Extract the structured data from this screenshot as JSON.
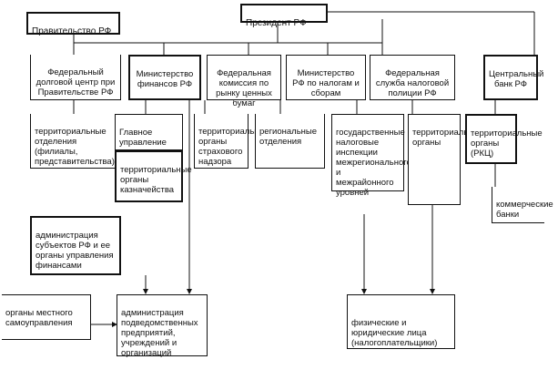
{
  "top": {
    "gov": "Правительство РФ",
    "president": "Президент РФ"
  },
  "agencies": {
    "debt_center": "Федеральный долговой центр при Правительстве РФ",
    "minfin": "Министерство финансов РФ",
    "fksc": "Федеральная комиссия по рынку ценных бумаг",
    "mns": "Министерство РФ по налогам и сборам",
    "fsnp": "Федеральная служба налоговой полиции РФ",
    "cbr": "Центральный банк РФ"
  },
  "branches": {
    "debt_center_offices": "территориальные отделения (филиалы, представительства)",
    "main_dept": "Главное управление",
    "treasury_organs": "территориальные органы казначейства",
    "insurance_organs": "территориальные органы страхового надзора",
    "regional_offices": "региональные отделения",
    "tax_inspections": "государственные налоговые инспекции межрегионального и межрайонного уровней",
    "police_organs": "территориальные органы",
    "rkc": "территориальные органы (РКЦ)",
    "comm_banks": "коммерческие банки"
  },
  "lower": {
    "regional_admin": "администрация субъектов РФ и ее органы управления финансами",
    "local_gov": "органы местного самоуправления",
    "enterprises_admin": "администрация подведомственных предприятий, учреждений и организаций",
    "taxpayers": "физические и юридические лица (налогоплательщики)"
  },
  "colors": {
    "line": "#111111",
    "background": "#ffffff"
  }
}
